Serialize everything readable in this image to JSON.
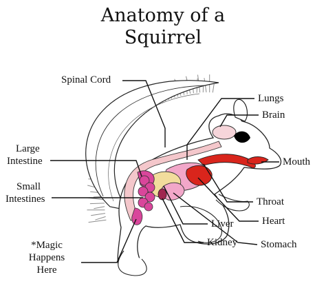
{
  "title": {
    "line1": "Anatomy of a",
    "line2": "Squirrel"
  },
  "labels": {
    "spinal_cord": "Spinal Cord",
    "lungs": "Lungs",
    "brain": "Brain",
    "mouth": "Mouth",
    "large_intestine_1": "Large",
    "large_intestine_2": "Intestine",
    "small_intestines_1": "Small",
    "small_intestines_2": "Intestines",
    "throat": "Throat",
    "liver": "Liver",
    "heart": "Heart",
    "kidney": "Kidney",
    "stomach": "Stomach",
    "magic_1": "*Magic",
    "magic_2": "Happens",
    "magic_3": "Here"
  },
  "colors": {
    "outline": "#111111",
    "fur": "#9a9a9a",
    "spine": "#f4c7cb",
    "lungs": "#f2a7c9",
    "heart_throat": "#d9251c",
    "liver": "#f2dc9c",
    "intestines": "#d9469b",
    "kidney": "#a0254f",
    "brain": "#f6d5da",
    "eye": "#000000"
  }
}
